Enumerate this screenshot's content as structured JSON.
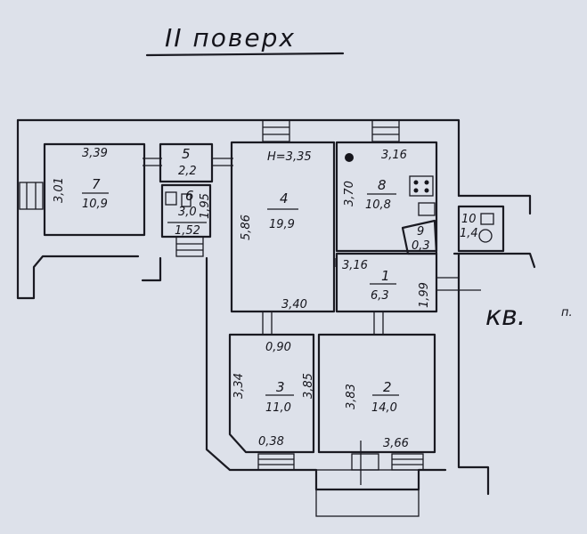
{
  "title": "II поверх",
  "side_label": "кв.",
  "side_label_2": "п.",
  "rooms": [
    {
      "id": "1",
      "area": "6,3"
    },
    {
      "id": "2",
      "area": "14,0"
    },
    {
      "id": "3",
      "area": "11,0"
    },
    {
      "id": "4",
      "area": "19,9"
    },
    {
      "id": "5",
      "area": "2,2"
    },
    {
      "id": "6",
      "area": "3,0"
    },
    {
      "id": "7",
      "area": "10,9"
    },
    {
      "id": "8",
      "area": "10,8"
    },
    {
      "id": "9",
      "area": "0,3"
    },
    {
      "id": "10",
      "area": "1,4"
    }
  ],
  "dimensions": {
    "r7_width": "3,39",
    "r7_height": "3,01",
    "r4_ceiling": "H=3,35",
    "r4_height": "5,86",
    "r4_width": "3,40",
    "r8_width": "3,16",
    "r8_height": "3,70",
    "r1_width": "3,16",
    "r1_height": "1,99",
    "r6_height": "1,95",
    "r6_width": "1,52",
    "r3_top": "0,90",
    "r3_left": "3,34",
    "r3_right": "3,85",
    "r3_bottom": "0,38",
    "r2_left": "3,83",
    "r2_bottom": "3,66"
  }
}
